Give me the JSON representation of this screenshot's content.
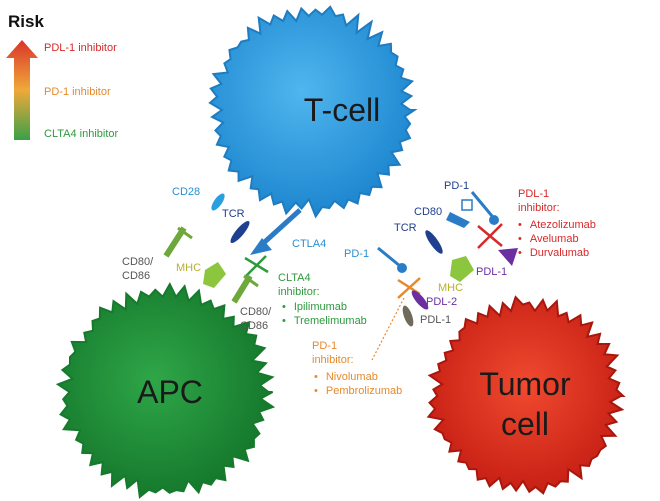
{
  "legend": {
    "title": "Risk",
    "items": [
      "PDL-1 inhibitor",
      "PD-1 inhibitor",
      "CLTA4 inhibitor"
    ],
    "colors": {
      "high": "#d9342b",
      "mid": "#f0a93a",
      "low": "#3aa047"
    }
  },
  "cells": {
    "tcell": "T-cell",
    "apc": "APC",
    "tumor_line1": "Tumor",
    "tumor_line2": "cell"
  },
  "colors": {
    "tcell": "#2a9fe0",
    "apc": "#1f8f35",
    "tumor": "#e0301f"
  },
  "labels": {
    "cd28": "CD28",
    "tcr_left": "TCR",
    "ctla4": "CTLA4",
    "cd80_cd86_top_1": "CD80/",
    "cd80_cd86_top_2": "CD86",
    "mhc_left": "MHC",
    "cd80_cd86_bottom_1": "CD80/",
    "cd80_cd86_bottom_2": "CD86",
    "pd1_center": "PD-1",
    "tcr_right": "TCR",
    "cd80_right": "CD80",
    "pd1_top": "PD-1",
    "mhc_right": "MHC",
    "pdl1_right": "PDL-1",
    "pdl2": "PDL-2",
    "pdl1_bottom": "PDL-1"
  },
  "inhibitors": {
    "ctla4": {
      "title_1": "CLTA4",
      "title_2": "inhibitor:",
      "drugs": [
        "Ipilimumab",
        "Tremelimumab"
      ]
    },
    "pd1": {
      "title_1": "PD-1",
      "title_2": "inhibitor:",
      "drugs": [
        "Nivolumab",
        "Pembrolizumab"
      ]
    },
    "pdl1": {
      "title_1": "PDL-1",
      "title_2": "inhibitor:",
      "drugs": [
        "Atezolizumab",
        "Avelumab",
        "Durvalumab"
      ]
    }
  }
}
